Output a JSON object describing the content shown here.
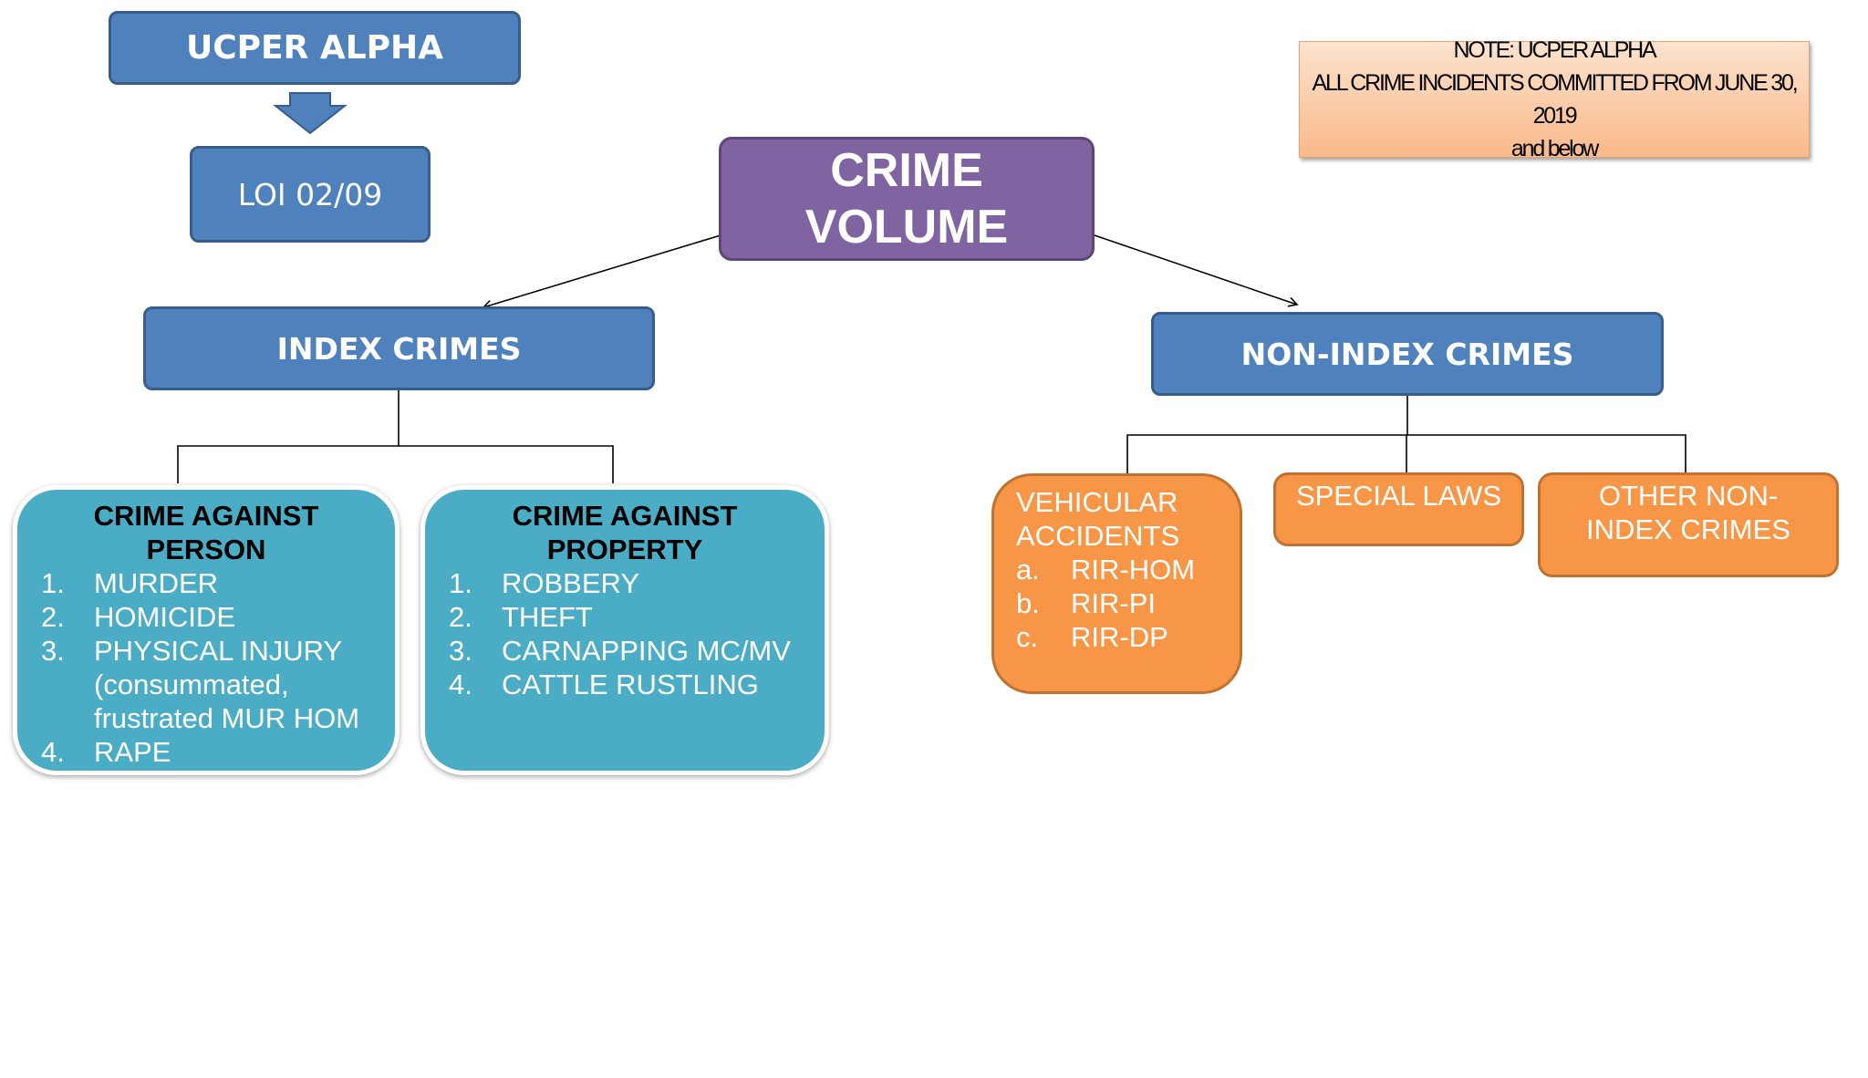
{
  "nodes": {
    "ucper": "UCPER ALPHA",
    "loi": "LOI 02/09",
    "crime_volume": [
      "CRIME",
      "VOLUME"
    ],
    "index_crimes": "INDEX CRIMES",
    "non_index_crimes": "NON-INDEX CRIMES",
    "note": [
      "NOTE: UCPER ALPHA",
      "ALL CRIME INCIDENTS COMMITTED FROM JUNE 30, 2019",
      "and below"
    ]
  },
  "against_person": {
    "heading": "CRIME AGAINST PERSON",
    "items": [
      {
        "num": "1.",
        "text": "MURDER"
      },
      {
        "num": "2.",
        "text": "HOMICIDE"
      },
      {
        "num": "3.",
        "text": "PHYSICAL INJURY (consummated, frustrated MUR HOM"
      },
      {
        "num": "4.",
        "text": "RAPE"
      }
    ]
  },
  "against_property": {
    "heading": "CRIME AGAINST PROPERTY",
    "items": [
      {
        "num": "1.",
        "text": "ROBBERY"
      },
      {
        "num": "2.",
        "text": "THEFT"
      },
      {
        "num": "3.",
        "text": "CARNAPPING MC/MV"
      },
      {
        "num": "4.",
        "text": "CATTLE RUSTLING"
      }
    ]
  },
  "vehicular": {
    "heading": "VEHICULAR ACCIDENTS",
    "items": [
      {
        "num": "a.",
        "text": "RIR-HOM"
      },
      {
        "num": "b.",
        "text": "RIR-PI"
      },
      {
        "num": "c.",
        "text": "RIR-DP"
      }
    ]
  },
  "special_laws": "SPECIAL LAWS",
  "other_non_index": "OTHER NON-INDEX CRIMES",
  "colors": {
    "blue": "#4f81bd",
    "purple": "#8064a2",
    "teal": "#4bacc6",
    "orange": "#f79646",
    "note": "#fbc9a2"
  }
}
